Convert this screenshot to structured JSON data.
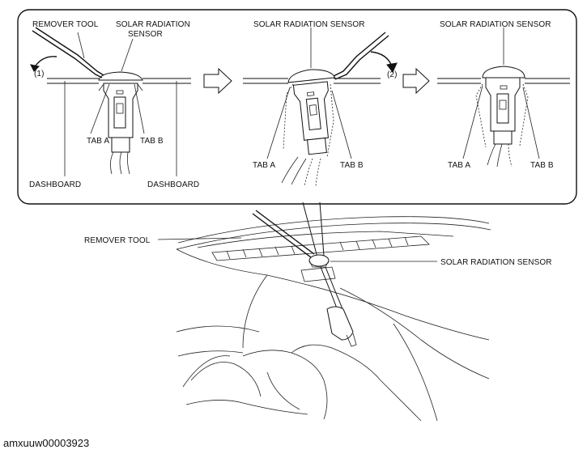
{
  "labels": {
    "remover_tool": "REMOVER TOOL",
    "solar_radiation": "SOLAR RADIATION",
    "sensor": "SENSOR",
    "solar_radiation_sensor": "SOLAR RADIATION SENSOR",
    "tab_a": "TAB A",
    "tab_b": "TAB B",
    "dashboard": "DASHBOARD",
    "step1": "(1)",
    "step2": "(2)"
  },
  "caption": "amxuuw00003923"
}
